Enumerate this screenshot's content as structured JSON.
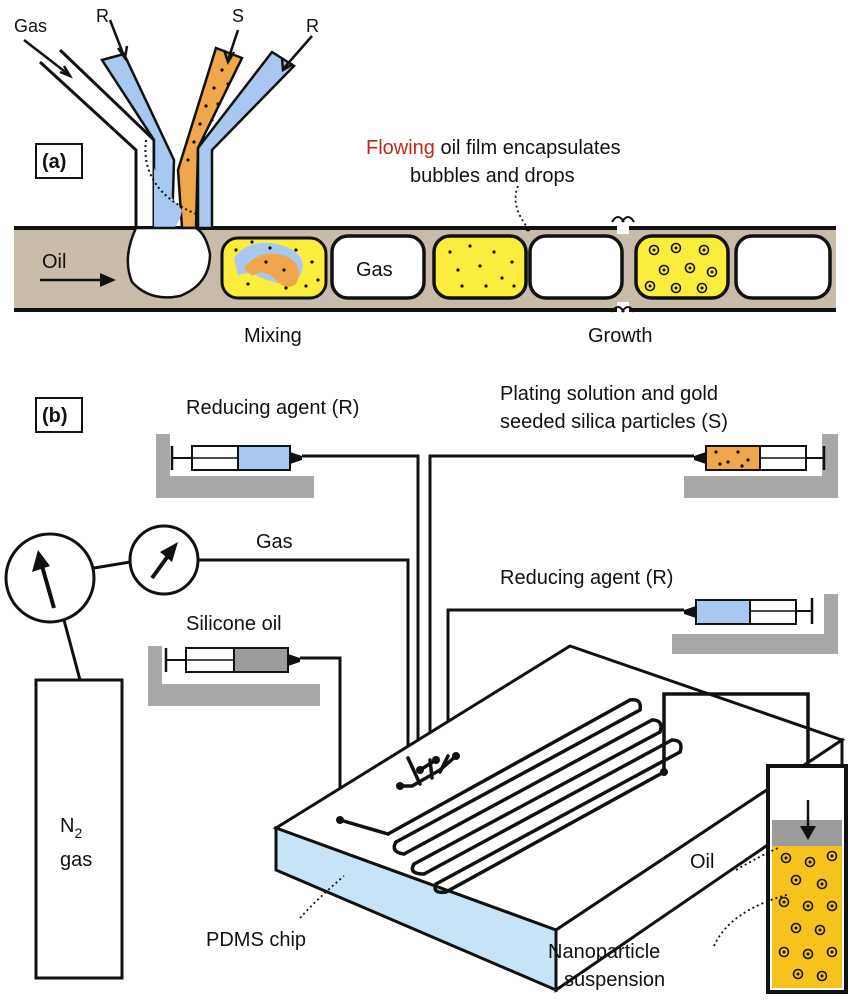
{
  "panel_a": {
    "label": "(a)",
    "inlet_gas": "Gas",
    "inlet_r1": "R",
    "inlet_s": "S",
    "inlet_r2": "R",
    "oil": "Oil",
    "slug_gas": "Gas",
    "note_highlight": "Flowing",
    "note_line1_rest": " oil film encapsulates",
    "note_line2": "bubbles and drops",
    "mixing": "Mixing",
    "growth": "Growth"
  },
  "panel_b": {
    "label": "(b)",
    "reducing_agent_left": "Reducing agent (R)",
    "plating_line1": "Plating solution and gold",
    "plating_line2": "seeded silica particles (S)",
    "gas": "Gas",
    "reducing_agent_right": "Reducing agent (R)",
    "silicone_oil": "Silicone oil",
    "n2": "N",
    "n2_sub": "2",
    "n2_gas": "gas",
    "pdms_chip": "PDMS chip",
    "vial_oil": "Oil",
    "nano_line1": "Nanoparticle",
    "nano_line2": "suspension"
  },
  "colors": {
    "oil_channel": "#c8bba9",
    "reducer_blue": "#a9c8ef",
    "seed_orange": "#f0a64a",
    "drop_yellow": "#fcec3c",
    "pdms_face": "#c9e3f6",
    "syringe_barrel_oil": "#9c9c9c",
    "syringe_pump": "#a8a8a8",
    "vial_suspension": "#f6c31c",
    "note_red": "#c0281a"
  }
}
